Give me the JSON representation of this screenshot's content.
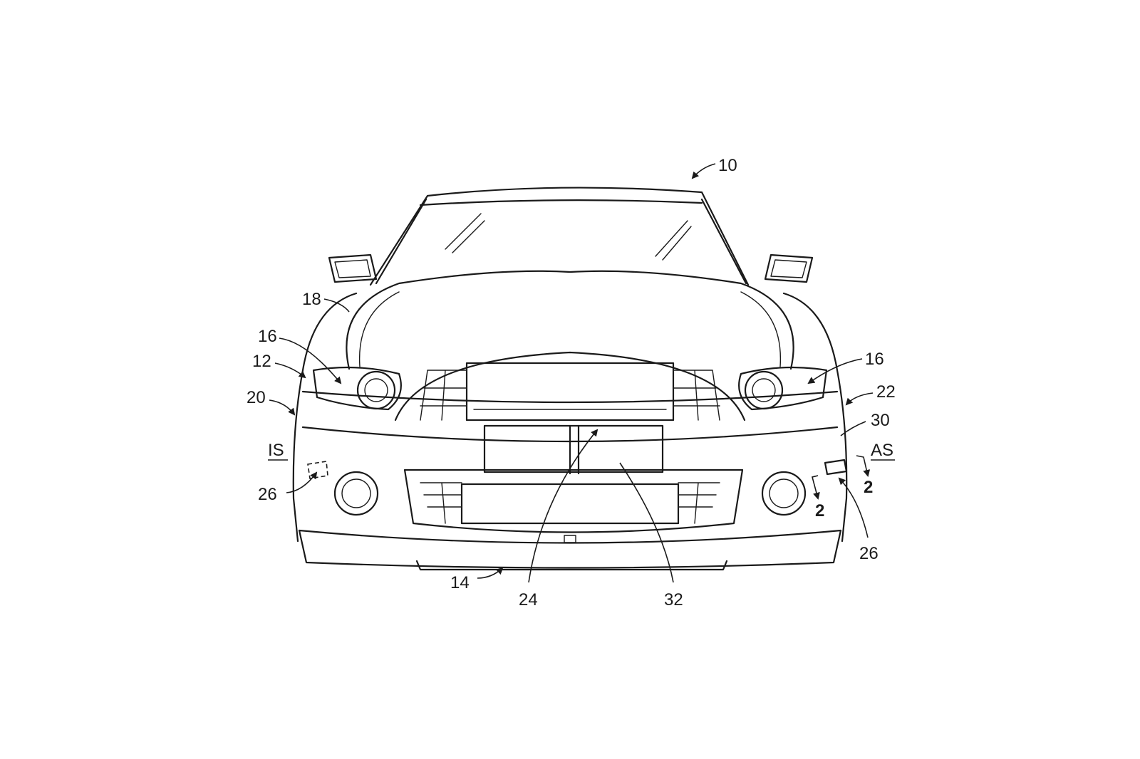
{
  "labels": {
    "vehicle": "10",
    "front_fascia": "12",
    "lower_fascia": "14",
    "headlamp_left": "16",
    "headlamp_right": "16",
    "hood": "18",
    "side_left": "20",
    "side_right": "22",
    "grille_opening": "24",
    "sensor_left": "26",
    "sensor_right": "26",
    "bumper_cover": "30",
    "panel": "32",
    "section_marker_left": "2",
    "section_marker_right": "2",
    "side_is": "IS",
    "side_as": "AS"
  }
}
